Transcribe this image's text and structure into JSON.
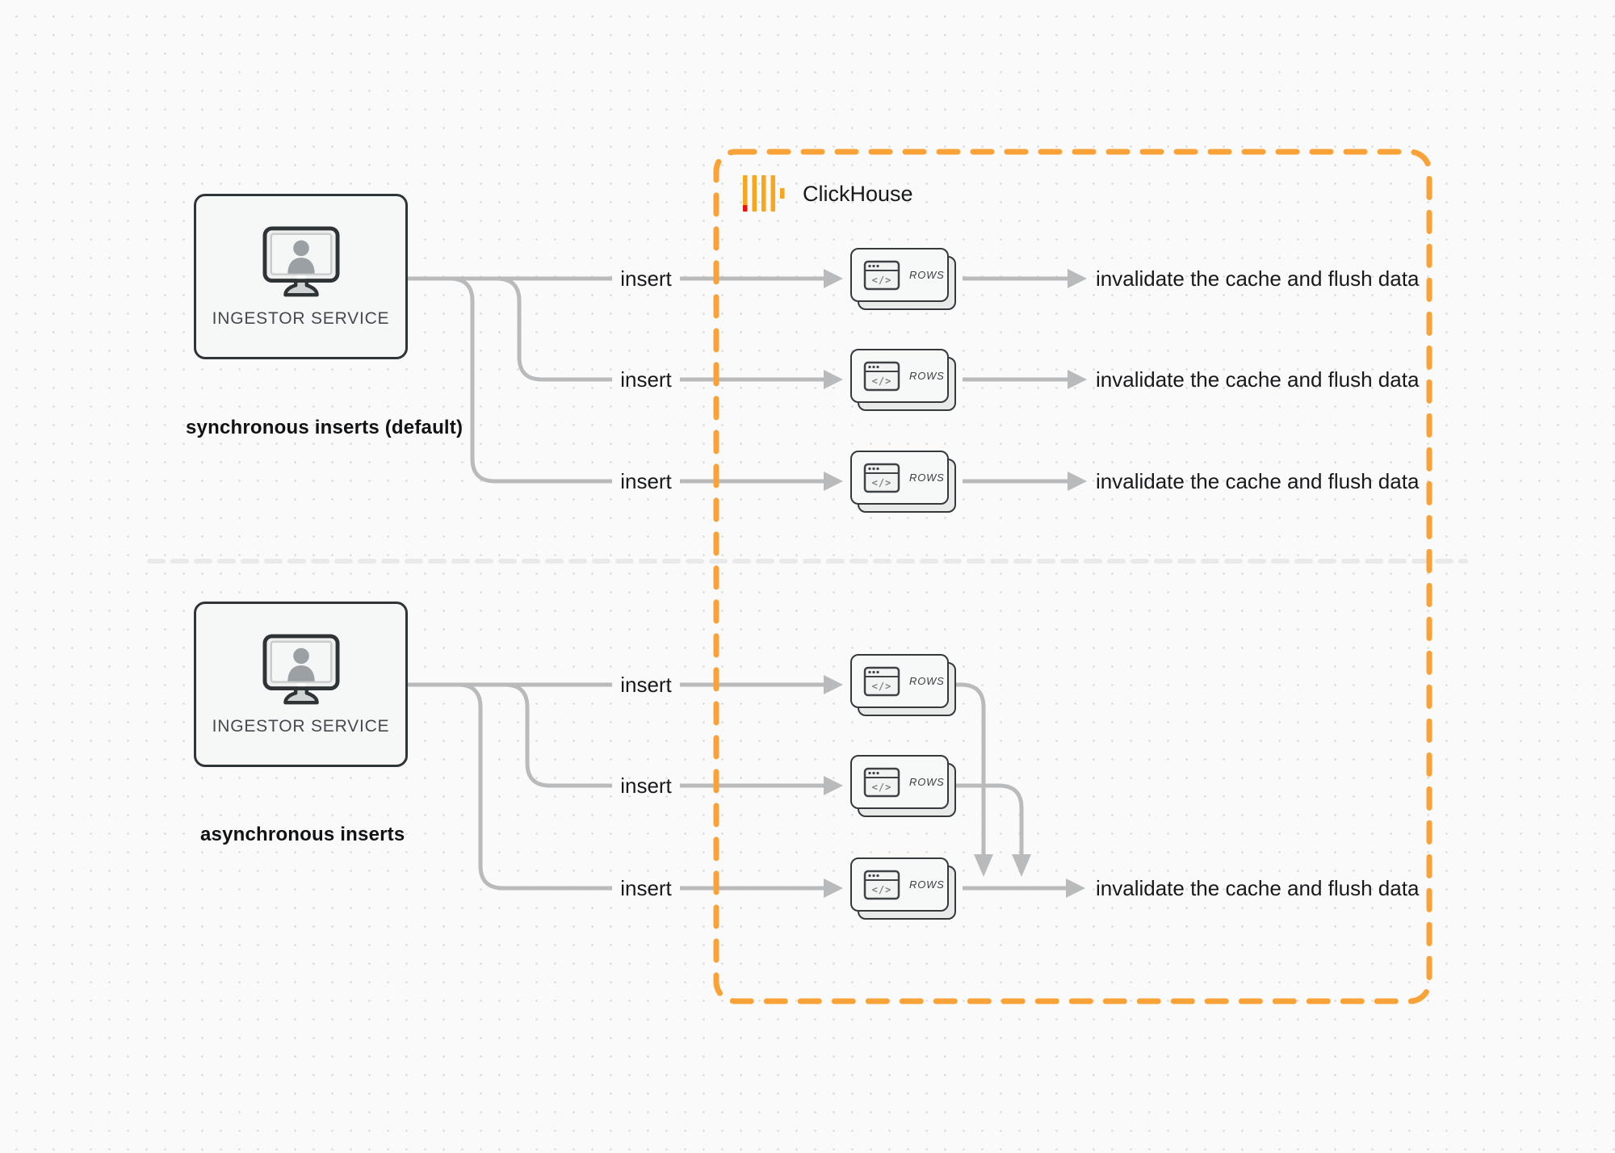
{
  "colors": {
    "accent_orange": "#f8a237",
    "logo_red": "#ee0f0f",
    "arrow_gray": "#b9babb",
    "border_dark": "#2f3437",
    "divider_gray": "#e8e9eb",
    "card_fill": "#f7f8f8"
  },
  "clickhouse": {
    "title": "ClickHouse",
    "logo_icon": "clickhouse-bars-logo"
  },
  "sections": [
    {
      "id": "synchronous",
      "caption": "synchronous inserts (default)",
      "source_label": "INGESTOR SERVICE",
      "source_icon": "monitor-user-icon",
      "rows": [
        {
          "insert_label": "insert",
          "card_label": "ROWS",
          "card_icon": "browser-window-icon",
          "result_label": "invalidate the cache and flush data"
        },
        {
          "insert_label": "insert",
          "card_label": "ROWS",
          "card_icon": "browser-window-icon",
          "result_label": "invalidate the cache and flush data"
        },
        {
          "insert_label": "insert",
          "card_label": "ROWS",
          "card_icon": "browser-window-icon",
          "result_label": "invalidate the cache and flush data"
        }
      ]
    },
    {
      "id": "asynchronous",
      "caption": "asynchronous inserts",
      "source_label": "INGESTOR SERVICE",
      "source_icon": "monitor-user-icon",
      "rows": [
        {
          "insert_label": "insert",
          "card_label": "ROWS",
          "card_icon": "browser-window-icon"
        },
        {
          "insert_label": "insert",
          "card_label": "ROWS",
          "card_icon": "browser-window-icon"
        },
        {
          "insert_label": "insert",
          "card_label": "ROWS",
          "card_icon": "browser-window-icon",
          "result_label": "invalidate the cache and flush data"
        }
      ]
    }
  ]
}
